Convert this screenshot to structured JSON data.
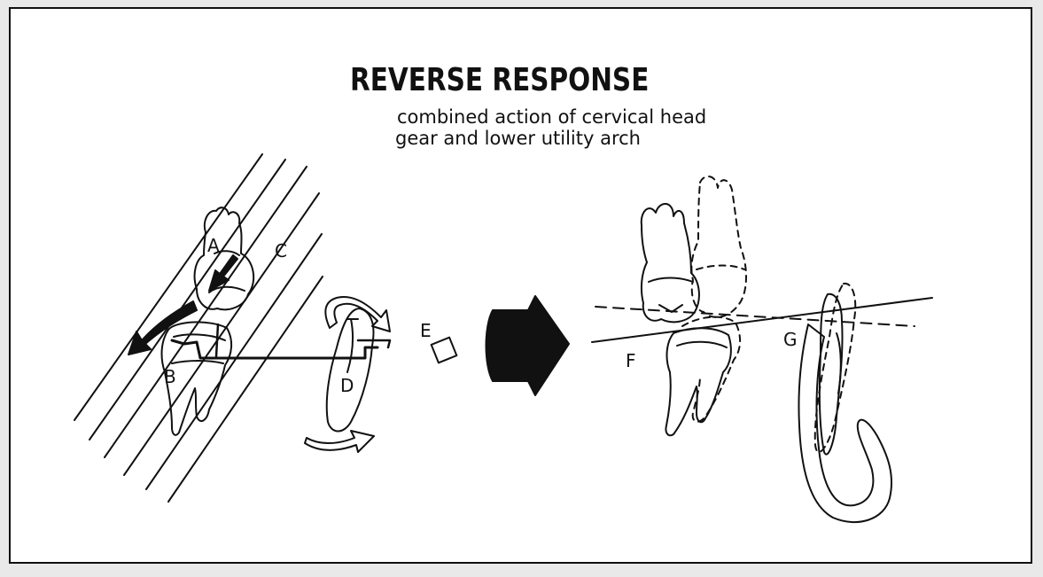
{
  "figure": {
    "title": "REVERSE RESPONSE",
    "subtitle_line1": "combined action of cervical head",
    "subtitle_line2": "gear and lower utility arch",
    "labels": {
      "a": "A",
      "b": "B",
      "c": "C",
      "d": "D",
      "e": "E",
      "f": "F",
      "g": "G"
    }
  }
}
